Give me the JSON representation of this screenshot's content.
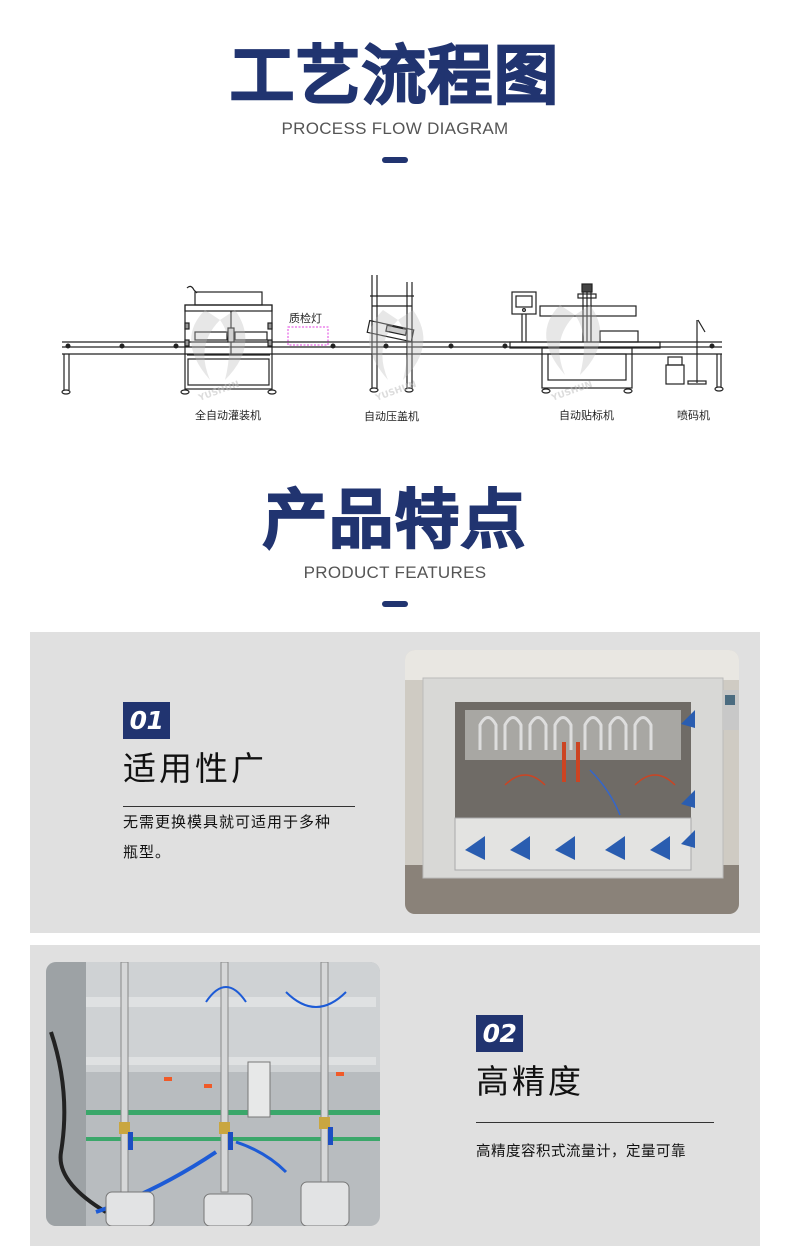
{
  "colors": {
    "navy": "#213470",
    "panel_bg": "#e0e0e0",
    "subtitle": "#555555",
    "qc_box": "#e040e0"
  },
  "process_section": {
    "title": "工艺流程图",
    "subtitle": "PROCESS FLOW DIAGRAM"
  },
  "flow_diagram": {
    "stations": [
      {
        "label": "全自动灌装机"
      },
      {
        "label": "质检灯"
      },
      {
        "label": "自动压盖机"
      },
      {
        "label": "自动贴标机"
      },
      {
        "label": "喷码机"
      }
    ],
    "watermark": "YUSHUN Mechanics"
  },
  "features_section": {
    "title": "产品特点",
    "subtitle": "PRODUCT FEATURES"
  },
  "features": [
    {
      "number": "01",
      "title": "适用性广",
      "desc_line1": "无需更换模具就可适用于多种",
      "desc_line2": "瓶型。",
      "photo": "filling-machine-front-photo"
    },
    {
      "number": "02",
      "title": "高精度",
      "desc_line1": "高精度容积式流量计，定量可靠",
      "photo": "flow-meter-closeup-photo"
    }
  ]
}
